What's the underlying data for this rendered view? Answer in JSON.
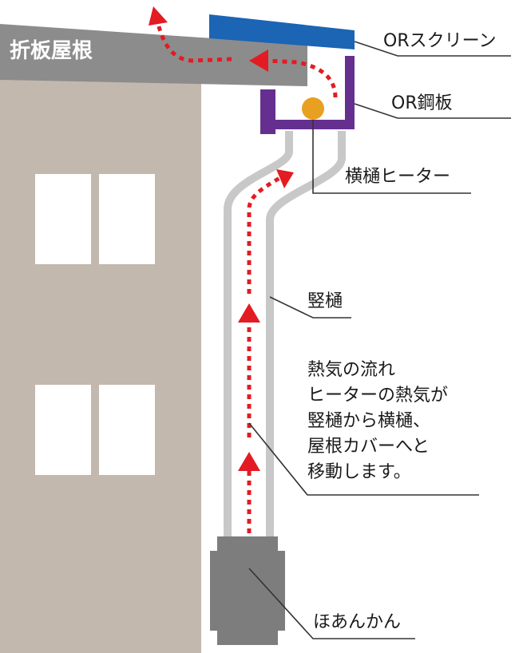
{
  "colors": {
    "building": "#c2b8ad",
    "window": "#ffffff",
    "roof": "#8c8c8c",
    "screen": "#1c64b4",
    "steel_plate": "#652f8f",
    "heater": "#e8a020",
    "pipe": "#c8c8c8",
    "flow": "#e31b23",
    "hoankan": "#7d7d7d"
  },
  "labels": {
    "roof": "折板屋根",
    "screen": "ORスクリーン",
    "steel": "OR鋼板",
    "heater": "横樋ヒーター",
    "downpipe": "竪樋",
    "flow_title": "熱気の流れ",
    "flow_desc_1": "ヒーターの熱気が",
    "flow_desc_2": "竪樋から横樋、",
    "flow_desc_3": "屋根カバーへと",
    "flow_desc_4": "移動します。",
    "hoankan": "ほあんかん"
  },
  "icons": {
    "flow_arrow": "dotted-arrow",
    "heater": "circle"
  }
}
